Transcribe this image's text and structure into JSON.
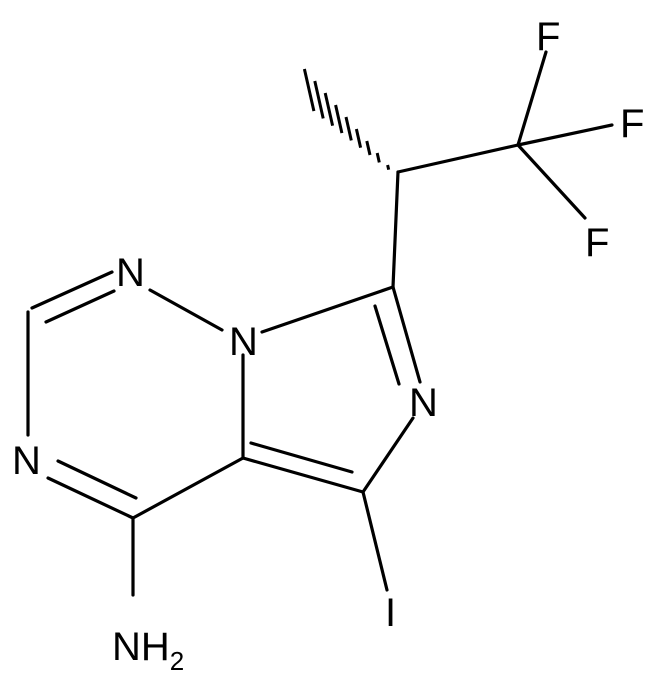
{
  "molecule": {
    "atoms": {
      "n_top": "N",
      "n_left": "N",
      "n_bridge": "N",
      "n_imidazole": "N",
      "nh2_main": "NH",
      "nh2_sub": "2",
      "iodine": "I",
      "f_top": "F",
      "f_right": "F",
      "f_bottom": "F"
    }
  }
}
